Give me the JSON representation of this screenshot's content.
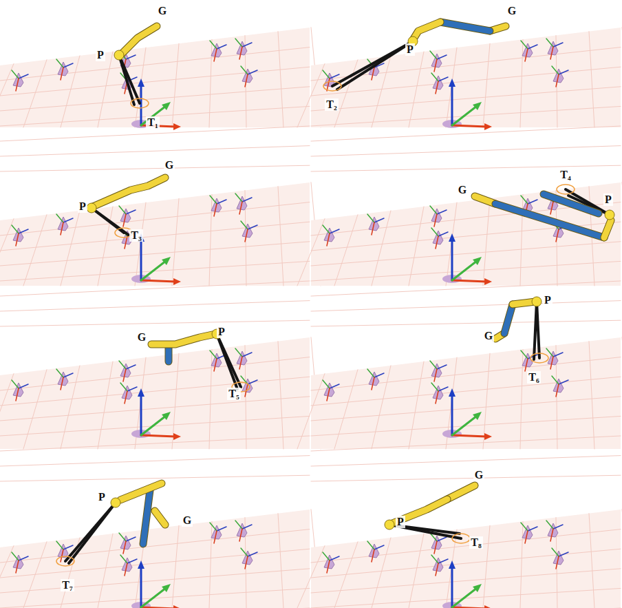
{
  "diagram": {
    "labels": [
      "G",
      "P",
      "T₁",
      "P",
      "G",
      "T₂",
      "G",
      "P",
      "T₃",
      "G",
      "T₄",
      "P",
      "G",
      "P",
      "T₅",
      "P",
      "G",
      "T₆",
      "P",
      "G",
      "T₇",
      "G",
      "P",
      "T₈"
    ]
  }
}
